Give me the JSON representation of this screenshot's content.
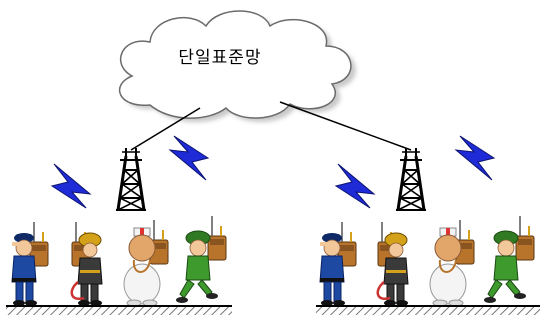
{
  "network": {
    "label": "단일표준망",
    "groups": [
      {
        "id": "left-group",
        "members": [
          "police",
          "firefighter",
          "medic",
          "soldier"
        ]
      },
      {
        "id": "right-group",
        "members": [
          "police",
          "firefighter",
          "medic",
          "soldier"
        ]
      }
    ]
  },
  "colors": {
    "cloud_fill": "#ffffff",
    "cloud_shadow": "#b8b8b8",
    "link_line": "#000000",
    "tower": "#000000",
    "lightning": "#1f2bd6",
    "ground_line": "#000000",
    "ground_hatch": "#777777",
    "radio_pack": "#b8742a",
    "police_uniform": "#1d49a3",
    "firefighter_coat": "#3a3a3a",
    "medic_coat": "#f4f4f4",
    "soldier_uniform": "#3f9a2e"
  },
  "icons": [
    "cloud-icon",
    "radio-tower-icon",
    "lightning-bolt-icon",
    "police-officer-icon",
    "firefighter-icon",
    "medic-icon",
    "soldier-icon",
    "radio-backpack-icon"
  ]
}
